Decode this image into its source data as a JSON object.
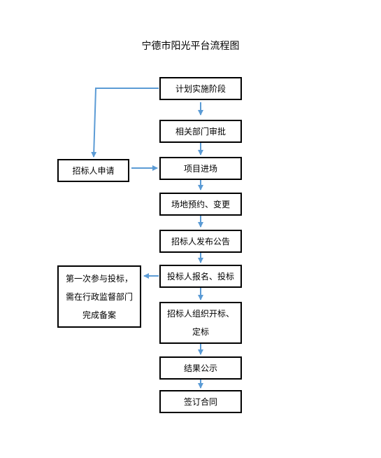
{
  "title": "宁德市阳光平台流程图",
  "steps": [
    {
      "id": "plan",
      "label": "计划实施阶段"
    },
    {
      "id": "approve",
      "label": "相关部门审批"
    },
    {
      "id": "enter",
      "label": "项目进场"
    },
    {
      "id": "reserve",
      "label": "场地预约、变更"
    },
    {
      "id": "announce",
      "label": "招标人发布公告"
    },
    {
      "id": "register",
      "label": "投标人报名、投标"
    },
    {
      "id": "open",
      "label_lines": [
        "招标人组织开标、",
        "定标"
      ]
    },
    {
      "id": "publicize",
      "label": "结果公示"
    },
    {
      "id": "sign",
      "label": "签订合同"
    }
  ],
  "side_boxes": {
    "apply": {
      "label": "招标人申请"
    },
    "first_time": {
      "label_lines": [
        "第一次参与投标，",
        "需在行政监督部门",
        "完成备案"
      ]
    }
  },
  "colors": {
    "arrow": "#5b9bd5",
    "box_border": "#000000"
  }
}
